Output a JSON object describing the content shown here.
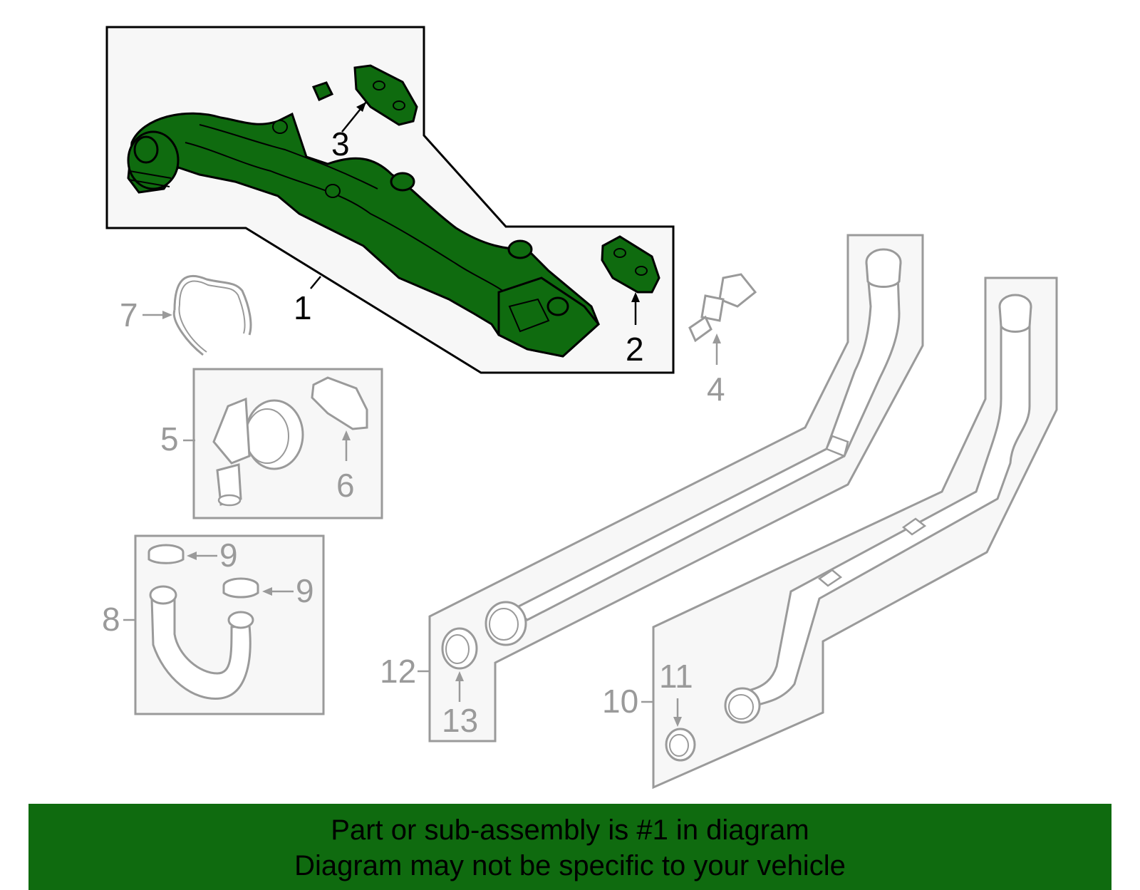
{
  "diagram": {
    "highlight_color": "#0f6b0f",
    "secondary_color": "#9a9a9a",
    "callouts": [
      {
        "id": "1",
        "label": "1"
      },
      {
        "id": "2",
        "label": "2"
      },
      {
        "id": "3",
        "label": "3"
      },
      {
        "id": "4",
        "label": "4"
      },
      {
        "id": "5",
        "label": "5"
      },
      {
        "id": "6",
        "label": "6"
      },
      {
        "id": "7",
        "label": "7"
      },
      {
        "id": "8",
        "label": "8"
      },
      {
        "id": "9a",
        "label": "9"
      },
      {
        "id": "9b",
        "label": "9"
      },
      {
        "id": "10",
        "label": "10"
      },
      {
        "id": "11",
        "label": "11"
      },
      {
        "id": "12",
        "label": "12"
      },
      {
        "id": "13",
        "label": "13"
      }
    ]
  },
  "footer": {
    "line1": "Part or sub-assembly is #1 in diagram",
    "line2": "Diagram may not be specific to your vehicle"
  }
}
